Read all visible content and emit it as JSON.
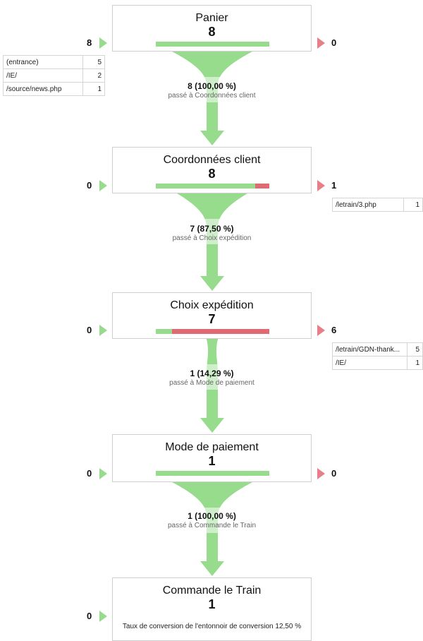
{
  "colors": {
    "continue": "#96dc8c",
    "exit": "#e06a72",
    "entry_arrow": "#96dc8c",
    "exit_arrow": "#e87f88"
  },
  "chart_data": {
    "type": "funnel",
    "stages": [
      {
        "name": "Panier",
        "count": "8",
        "entries": "8",
        "exits": "0",
        "continue_fraction": 1.0
      },
      {
        "name": "Coordonnées client",
        "count": "8",
        "entries": "0",
        "exits": "1",
        "continue_fraction": 0.875
      },
      {
        "name": "Choix expédition",
        "count": "7",
        "entries": "0",
        "exits": "6",
        "continue_fraction": 0.1429
      },
      {
        "name": "Mode de paiement",
        "count": "1",
        "entries": "0",
        "exits": "0",
        "continue_fraction": 1.0
      },
      {
        "name": "Commande le Train",
        "count": "1",
        "entries": "0"
      }
    ],
    "transitions": [
      {
        "value": "8 (100,00 %)",
        "label": "passé à Coordonnées client"
      },
      {
        "value": "7 (87,50 %)",
        "label": "passé à Choix expédition"
      },
      {
        "value": "1 (14,29 %)",
        "label": "passé à Mode de paiement"
      },
      {
        "value": "1 (100,00 %)",
        "label": "passé à Commande le Train"
      }
    ],
    "entry_sources": [
      {
        "source": "(entrance)",
        "count": "5"
      },
      {
        "source": "/IE/",
        "count": "2"
      },
      {
        "source": "/source/news.php",
        "count": "1"
      }
    ],
    "exit_pages": [
      [
        {
          "page": "/letrain/3.php",
          "count": "1"
        }
      ],
      [
        {
          "page": "/letrain/GDN-thank...",
          "count": "5"
        },
        {
          "page": "/IE/",
          "count": "1"
        }
      ]
    ],
    "conversion_note": "Taux de conversion de l'entonnoir de conversion 12,50 %"
  }
}
